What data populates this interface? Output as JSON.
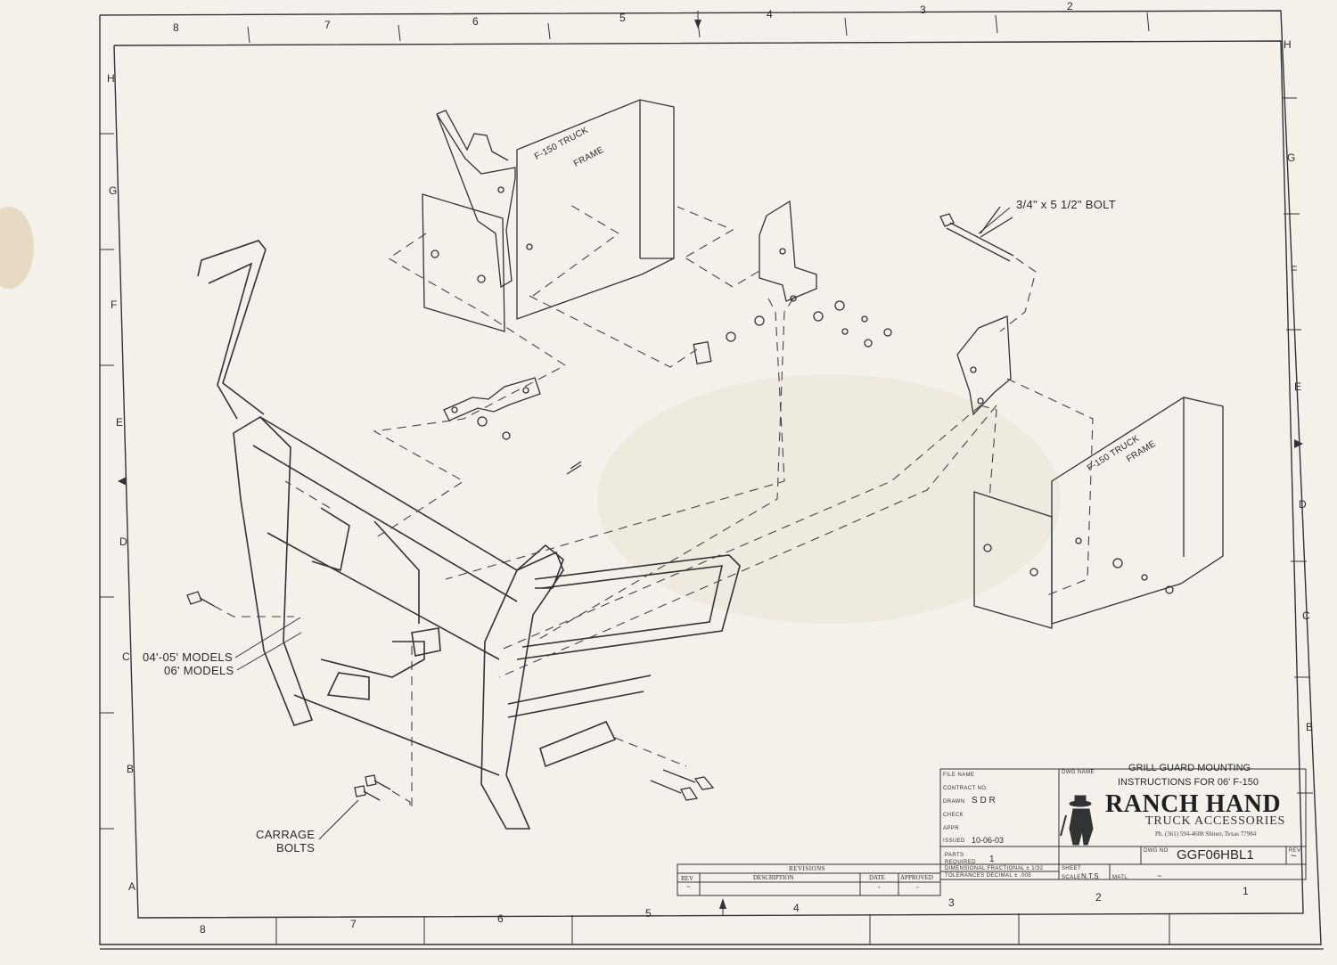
{
  "drawing": {
    "title_line1": "GRILL GUARD MOUNTING",
    "title_line2": "INSTRUCTIONS FOR 06' F-150",
    "drawing_number": "GGF06HBL1",
    "rev_value": "~"
  },
  "labels": {
    "bolt_callout": "3/4\" x 5 1/2\" BOLT",
    "frame_left_1": "F-150 TRUCK",
    "frame_left_2": "FRAME",
    "frame_right_1": "F-150 TRUCK",
    "frame_right_2": "FRAME",
    "models_0405": "04'-05' MODELS",
    "models_06": "06' MODELS",
    "carrage_1": "CARRAGE",
    "carrage_2": "BOLTS"
  },
  "title_block": {
    "file_name_label": "FILE NAME",
    "contract_label": "CONTRACT NO.",
    "drawn_label": "DRAWN",
    "drawn_value": "S D R",
    "check_label": "CHECK",
    "appr_label": "APPR",
    "issued_label": "ISSUED",
    "issued_value": "10-06-03",
    "parts_label": "PARTS",
    "required_label": "REQUIRED",
    "required_value": "1",
    "dwg_name_label": "DWG NAME",
    "dimensional": "DIMENSIONAL   FRACTIONAL ± 1/32",
    "tolerances": "TOLERANCES   DECIMAL   ± .005",
    "sheet_label": "SHEET",
    "scale_label": "SCALE",
    "scale_value": "N.T.S",
    "matl_label": "MATL",
    "matl_value": "~",
    "dwg_no_label": "DWG NO",
    "rev_label": "REV"
  },
  "revisions": {
    "header": "REVISIONS",
    "col_rev": "REV",
    "col_description": "DESCRIPTION",
    "col_date": "DATE",
    "col_approved": "APPROVED",
    "rev_value": "~",
    "date_value": "-",
    "approved_value": "-"
  },
  "company": {
    "name": "RANCH HAND",
    "subtitle": "TRUCK ACCESSORIES",
    "phone": "Ph. (361) 594-4608 Shiner, Texas 77984"
  },
  "zones": {
    "top": [
      "8",
      "7",
      "6",
      "5",
      "4",
      "3",
      "2"
    ],
    "bottom": [
      "8",
      "7",
      "6",
      "5",
      "4",
      "3",
      "2",
      "1"
    ],
    "left": [
      "H",
      "G",
      "F",
      "E",
      "D",
      "C",
      "B",
      "A"
    ],
    "right": [
      "H",
      "G",
      "F",
      "E",
      "D",
      "C",
      "B"
    ]
  },
  "colors": {
    "paper": "#f3f1ea",
    "ink": "#2a2a2a",
    "stain": "#d9c39a"
  }
}
